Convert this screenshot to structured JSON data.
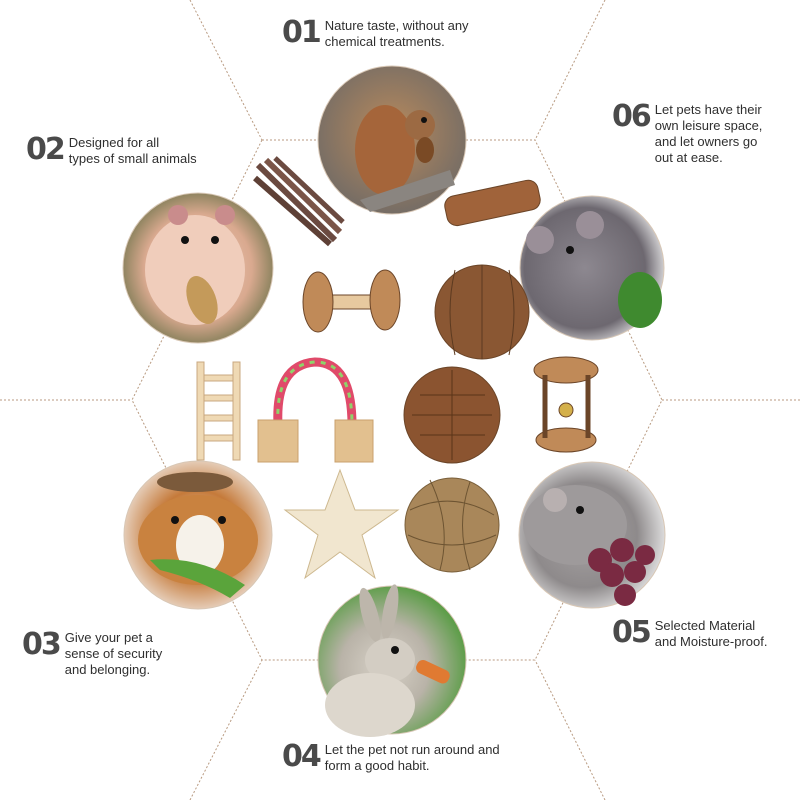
{
  "features": [
    {
      "number": "01",
      "text": "Nature taste, without any\nchemical treatments.",
      "photo": "squirrel"
    },
    {
      "number": "02",
      "text": "Designed for all\ntypes of small animals",
      "photo": "hamster"
    },
    {
      "number": "03",
      "text": "Give your pet a\nsense of security\nand belonging.",
      "photo": "guinea-pig"
    },
    {
      "number": "04",
      "text": "Let the pet not run around and\nform a good habit.",
      "photo": "rabbit"
    },
    {
      "number": "05",
      "text": "Selected Material\nand Moisture-proof.",
      "photo": "chinchilla"
    },
    {
      "number": "06",
      "text": "Let pets have their\nown leisure space,\nand let owners go\nout at ease.",
      "photo": "rat"
    }
  ],
  "colors": {
    "line": "#b89a80",
    "number": "#4a4a4a",
    "wood": "#b07a4a"
  }
}
